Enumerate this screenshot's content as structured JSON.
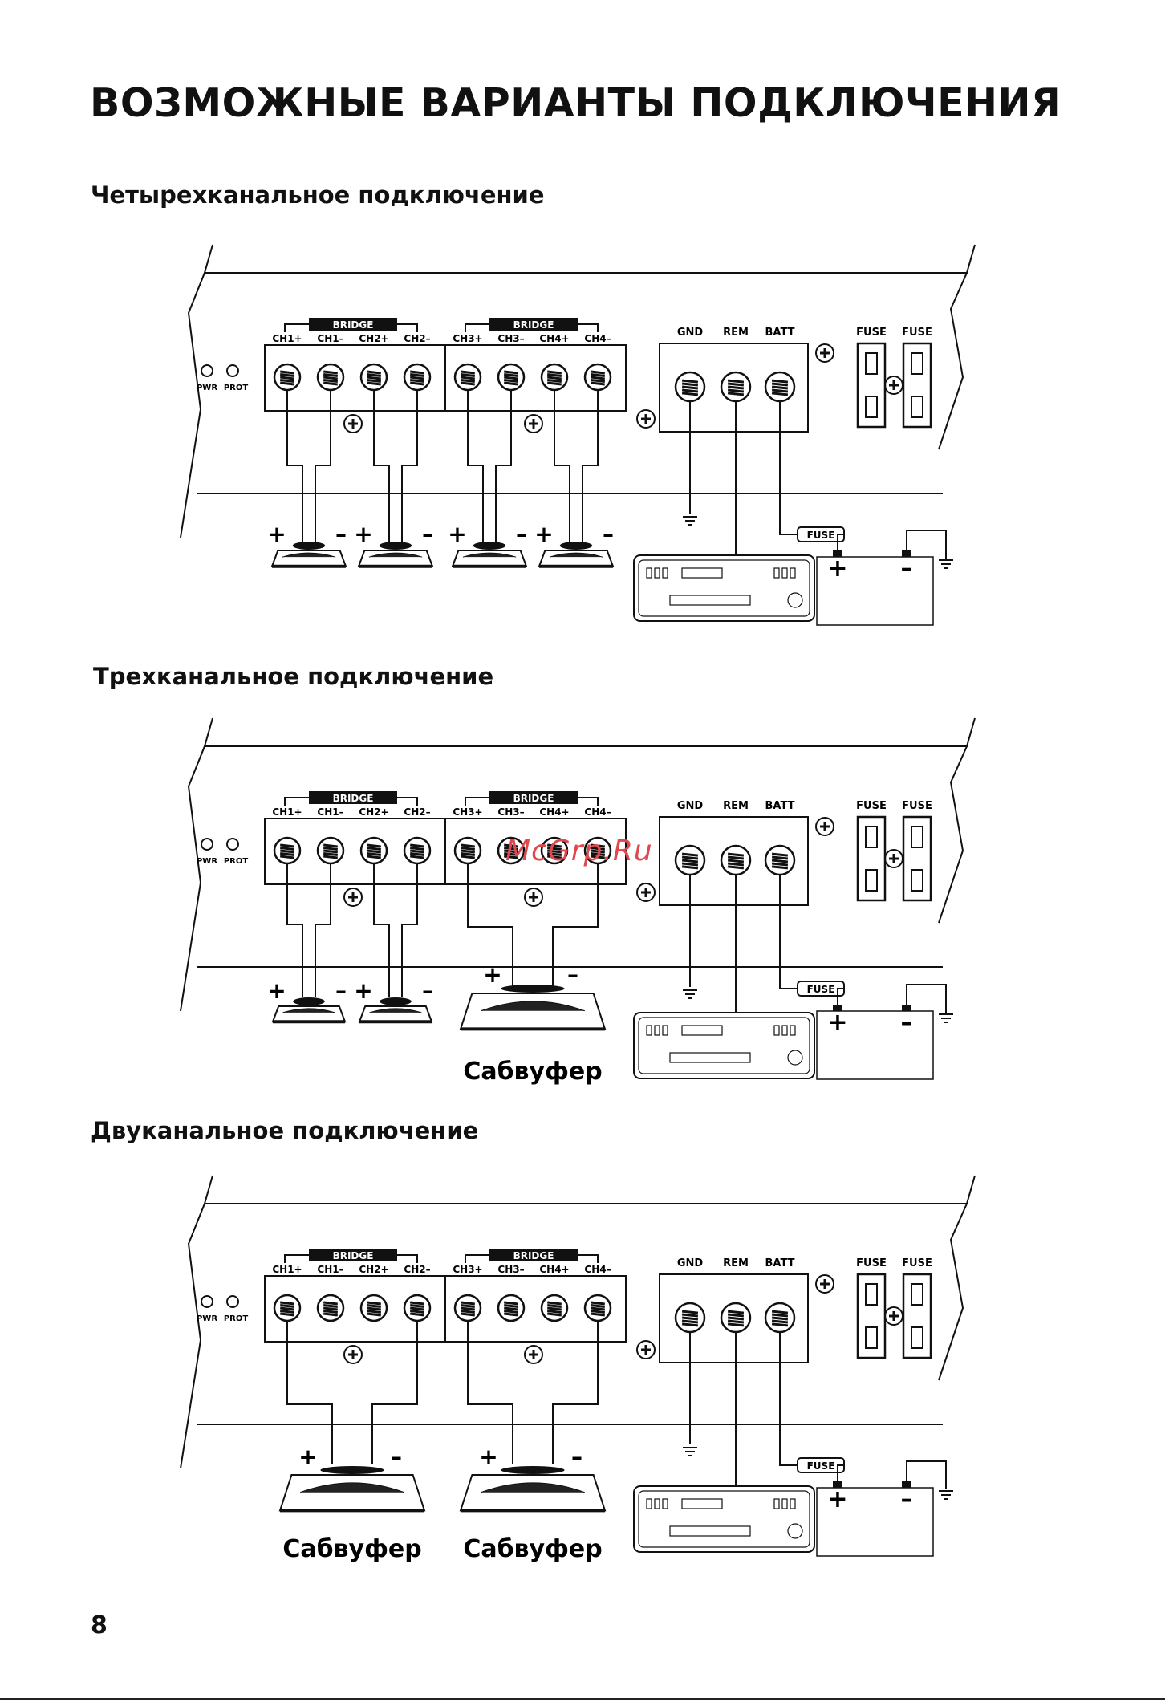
{
  "page": {
    "title": "ВОЗМОЖНЫЕ ВАРИАНТЫ ПОДКЛЮЧЕНИЯ",
    "page_number": "8",
    "watermark": "McGrp.Ru"
  },
  "amp_labels": {
    "bridge": "BRIDGE",
    "channels": [
      "CH1+",
      "CH1–",
      "CH2+",
      "CH2–",
      "CH3+",
      "CH3–",
      "CH4+",
      "CH4–"
    ],
    "power": [
      "GND",
      "REM",
      "BATT"
    ],
    "fuse": "FUSE",
    "pwr": "PWR",
    "prot": "PROT",
    "plus": "+",
    "minus": "–"
  },
  "sections": [
    {
      "heading": "Четырехканальное подключение",
      "mode": "four",
      "speaker_labels": []
    },
    {
      "heading": "Трехканальное подключение",
      "mode": "three",
      "speaker_labels": [
        "Сабвуфер"
      ]
    },
    {
      "heading": "Двуканальное подключение",
      "mode": "two",
      "speaker_labels": [
        "Сабвуфер",
        "Сабвуфер"
      ]
    }
  ]
}
